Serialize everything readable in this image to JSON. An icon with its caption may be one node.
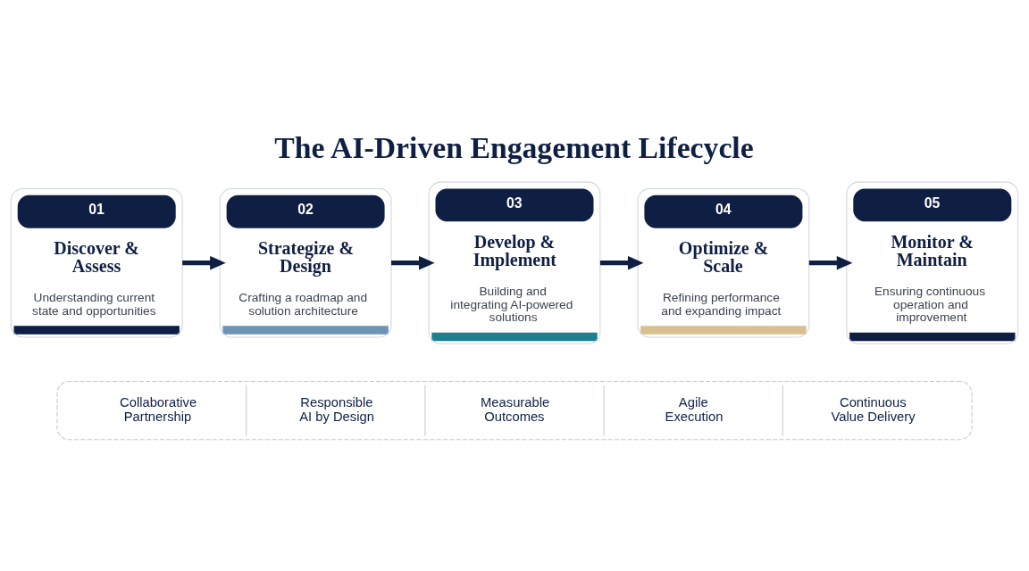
{
  "diagram": {
    "title": "The AI-Driven Engagement Lifecycle",
    "nodes": [
      {
        "text": [
          "01",
          "Discover & Assess",
          "Understanding current state and opportunities"
        ]
      },
      {
        "text": [
          "02",
          "Strategize & Design",
          "Crafting a roadmap and solution architecture"
        ]
      },
      {
        "text": [
          "03",
          "Develop & Implement",
          "Building and integrating AI-powered solutions"
        ]
      },
      {
        "text": [
          "04",
          "Optimize & Scale",
          "Refining performance and expanding impact"
        ]
      },
      {
        "text": [
          "05",
          "Monitor & Maintain",
          "Ensuring continuous operation and improvement"
        ]
      },
      {
        "text": [
          "Collaborative Partnership",
          "Responsible AI by Design",
          "Measurable Outcomes",
          "Agile Execution",
          "Continuous Value Delivery"
        ]
      }
    ],
    "edges": [
      {
        "from": 0,
        "to": 1,
        "arrow": "to"
      },
      {
        "from": 1,
        "to": 2,
        "arrow": "to"
      },
      {
        "from": 2,
        "to": 3,
        "arrow": "to"
      },
      {
        "from": 3,
        "to": 4,
        "arrow": "to"
      }
    ]
  }
}
